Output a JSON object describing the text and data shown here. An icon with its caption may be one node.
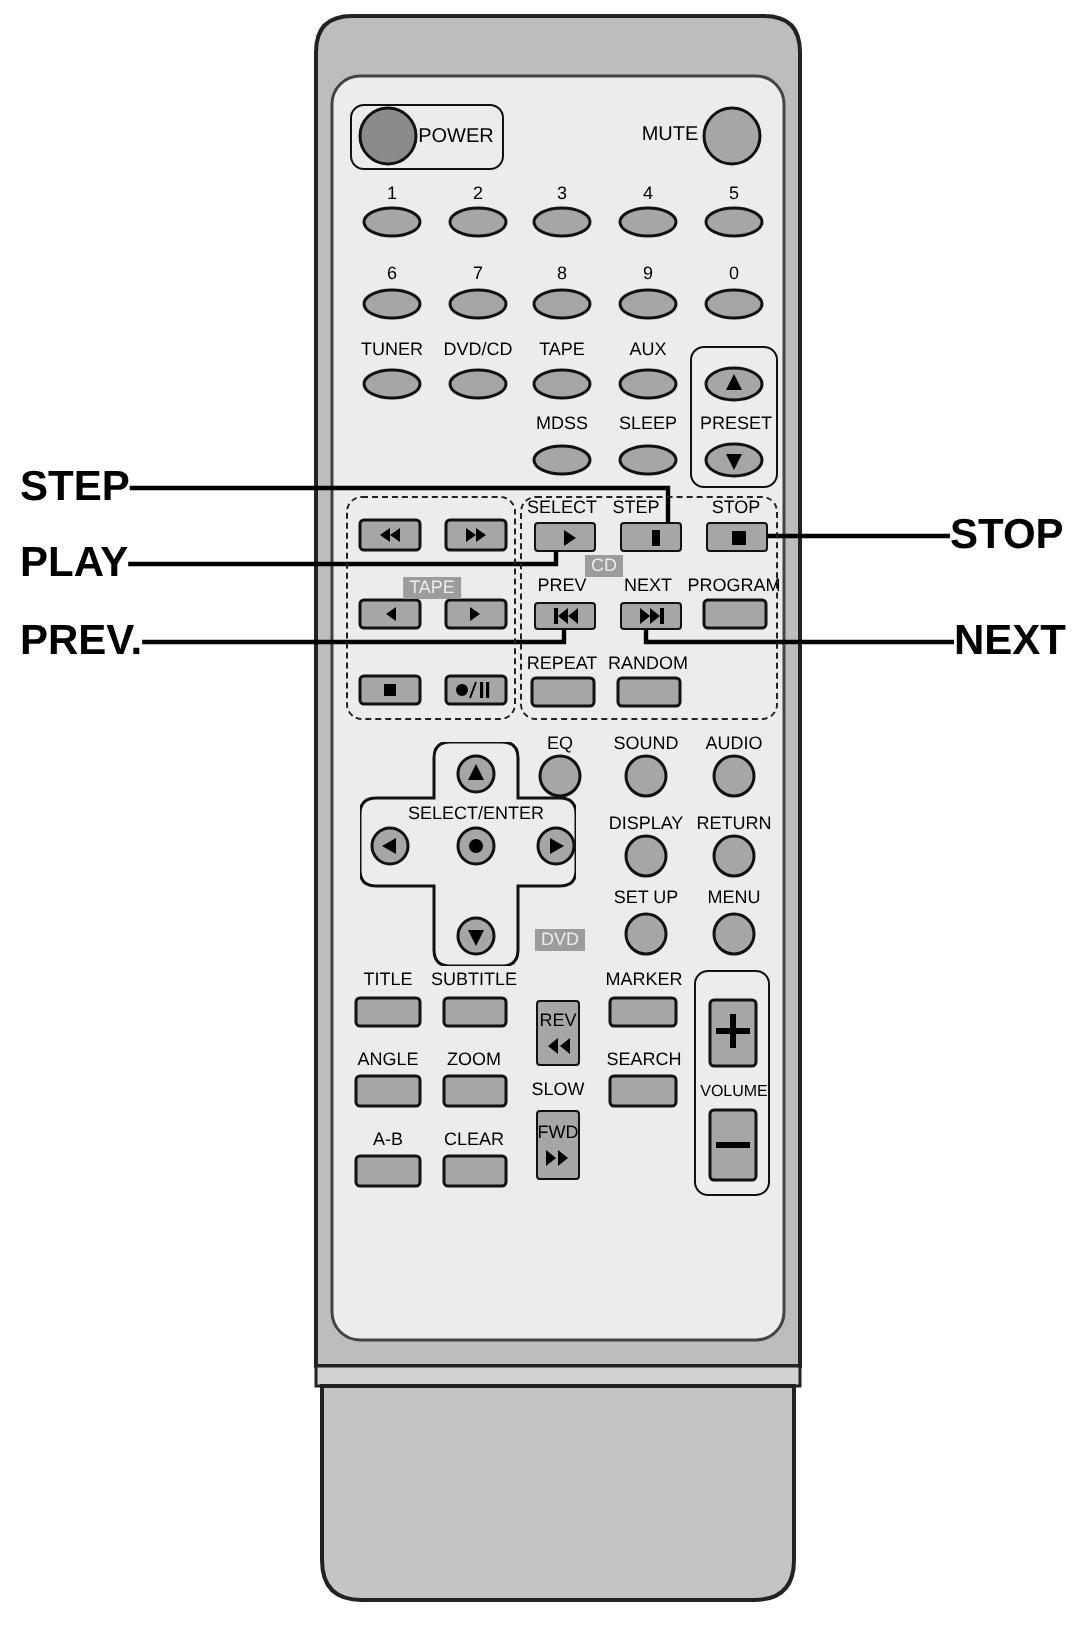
{
  "diagram": {
    "nodes": [
      {
        "text": [
          "POWER"
        ]
      },
      {
        "text": [
          "PRESET"
        ]
      },
      {
        "text": [
          "STEP"
        ]
      },
      {
        "text": [
          "PLAY"
        ]
      },
      {
        "text": [
          "PREV."
        ]
      },
      {
        "text": [
          "STOP"
        ]
      },
      {
        "text": [
          "NEXT"
        ]
      },
      {
        "text": [
          "TAPE"
        ]
      },
      {
        "text": [
          "CD"
        ]
      },
      {
        "text": [],
        "shape": "box",
        "in": 8
      },
      {
        "text": [],
        "shape": "box",
        "in": 8
      },
      {
        "text": [],
        "shape": "box",
        "in": 8
      },
      {
        "text": [],
        "shape": "box",
        "in": 8
      },
      {
        "text": [],
        "shape": "box",
        "in": 8
      },
      {
        "text": [
          "SELECT/ENTER"
        ]
      },
      {
        "text": [
          "REV"
        ]
      },
      {
        "text": [
          "FWD"
        ]
      },
      {
        "text": [
          "VOLUME"
        ]
      }
    ],
    "edges": [
      {
        "from": 2,
        "to": 10,
        "arrow": "none"
      },
      {
        "from": 3,
        "to": 9,
        "arrow": "none"
      },
      {
        "from": 4,
        "to": 12,
        "arrow": "none"
      },
      {
        "from": 5,
        "to": 11,
        "arrow": "none"
      },
      {
        "from": 6,
        "to": 13,
        "arrow": "none"
      }
    ],
    "labels": [
      "MUTE",
      "1",
      "2",
      "3",
      "4",
      "5",
      "6",
      "7",
      "8",
      "9",
      "0",
      "TUNER",
      "DVD/CD",
      "TAPE",
      "AUX",
      "MDSS",
      "SLEEP",
      "SELECT",
      "STEP",
      "STOP",
      "PREV",
      "NEXT",
      "PROGRAM",
      "REPEAT",
      "RANDOM",
      "EQ",
      "SOUND",
      "AUDIO",
      "DISPLAY",
      "RETURN",
      "SET UP",
      "MENU",
      "DVD",
      "TITLE",
      "SUBTITLE",
      "MARKER",
      "ANGLE",
      "ZOOM",
      "SEARCH",
      "SLOW",
      "A-B",
      "CLEAR"
    ]
  }
}
